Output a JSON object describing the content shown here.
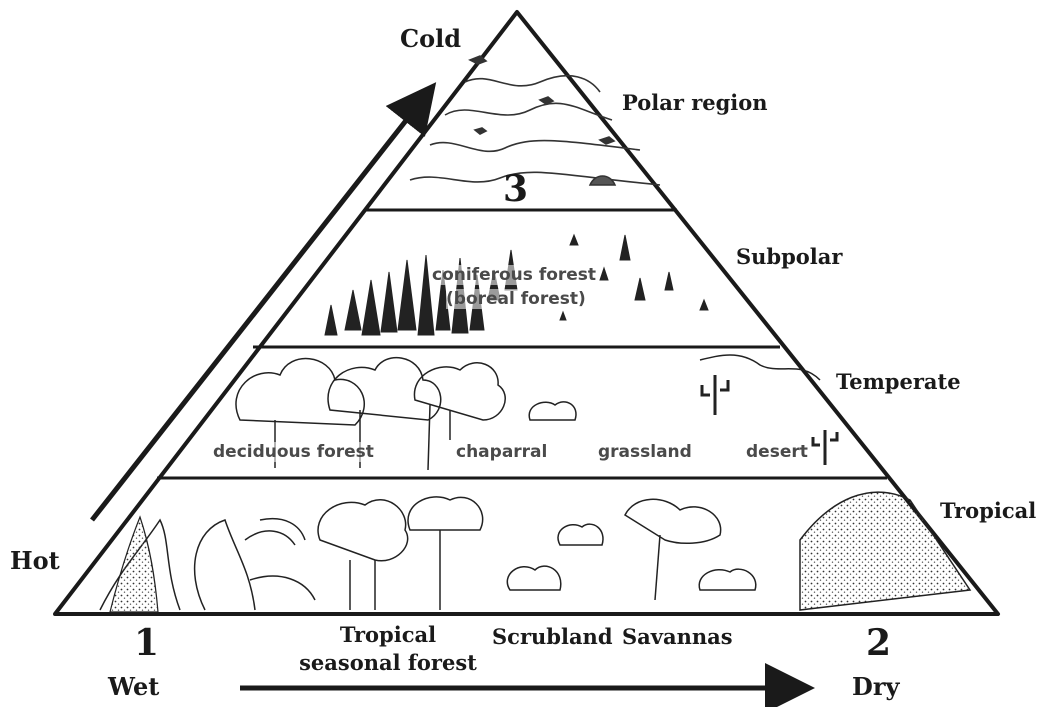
{
  "axes": {
    "top": "Cold",
    "left": "Hot",
    "bottom_left": "Wet",
    "bottom_right": "Dry"
  },
  "corners": {
    "one": "1",
    "two": "2",
    "three": "3"
  },
  "zones": {
    "polar": "Polar region",
    "subpolar": "Subpolar",
    "temperate": "Temperate",
    "tropical": "Tropical"
  },
  "biomes": {
    "coniferous_line1": "coniferous forest",
    "coniferous_line2": "(boreal forest)",
    "deciduous": "deciduous forest",
    "chaparral": "chaparral",
    "grassland": "grassland",
    "desert": "desert"
  },
  "bottom_labels": {
    "tropical_seasonal": "Tropical\nseasonal forest",
    "scrubland": "Scrubland",
    "savannas": "Savannas"
  },
  "colors": {
    "ink": "#1a1a1a",
    "hatch": "#444444",
    "background": "#ffffff"
  }
}
